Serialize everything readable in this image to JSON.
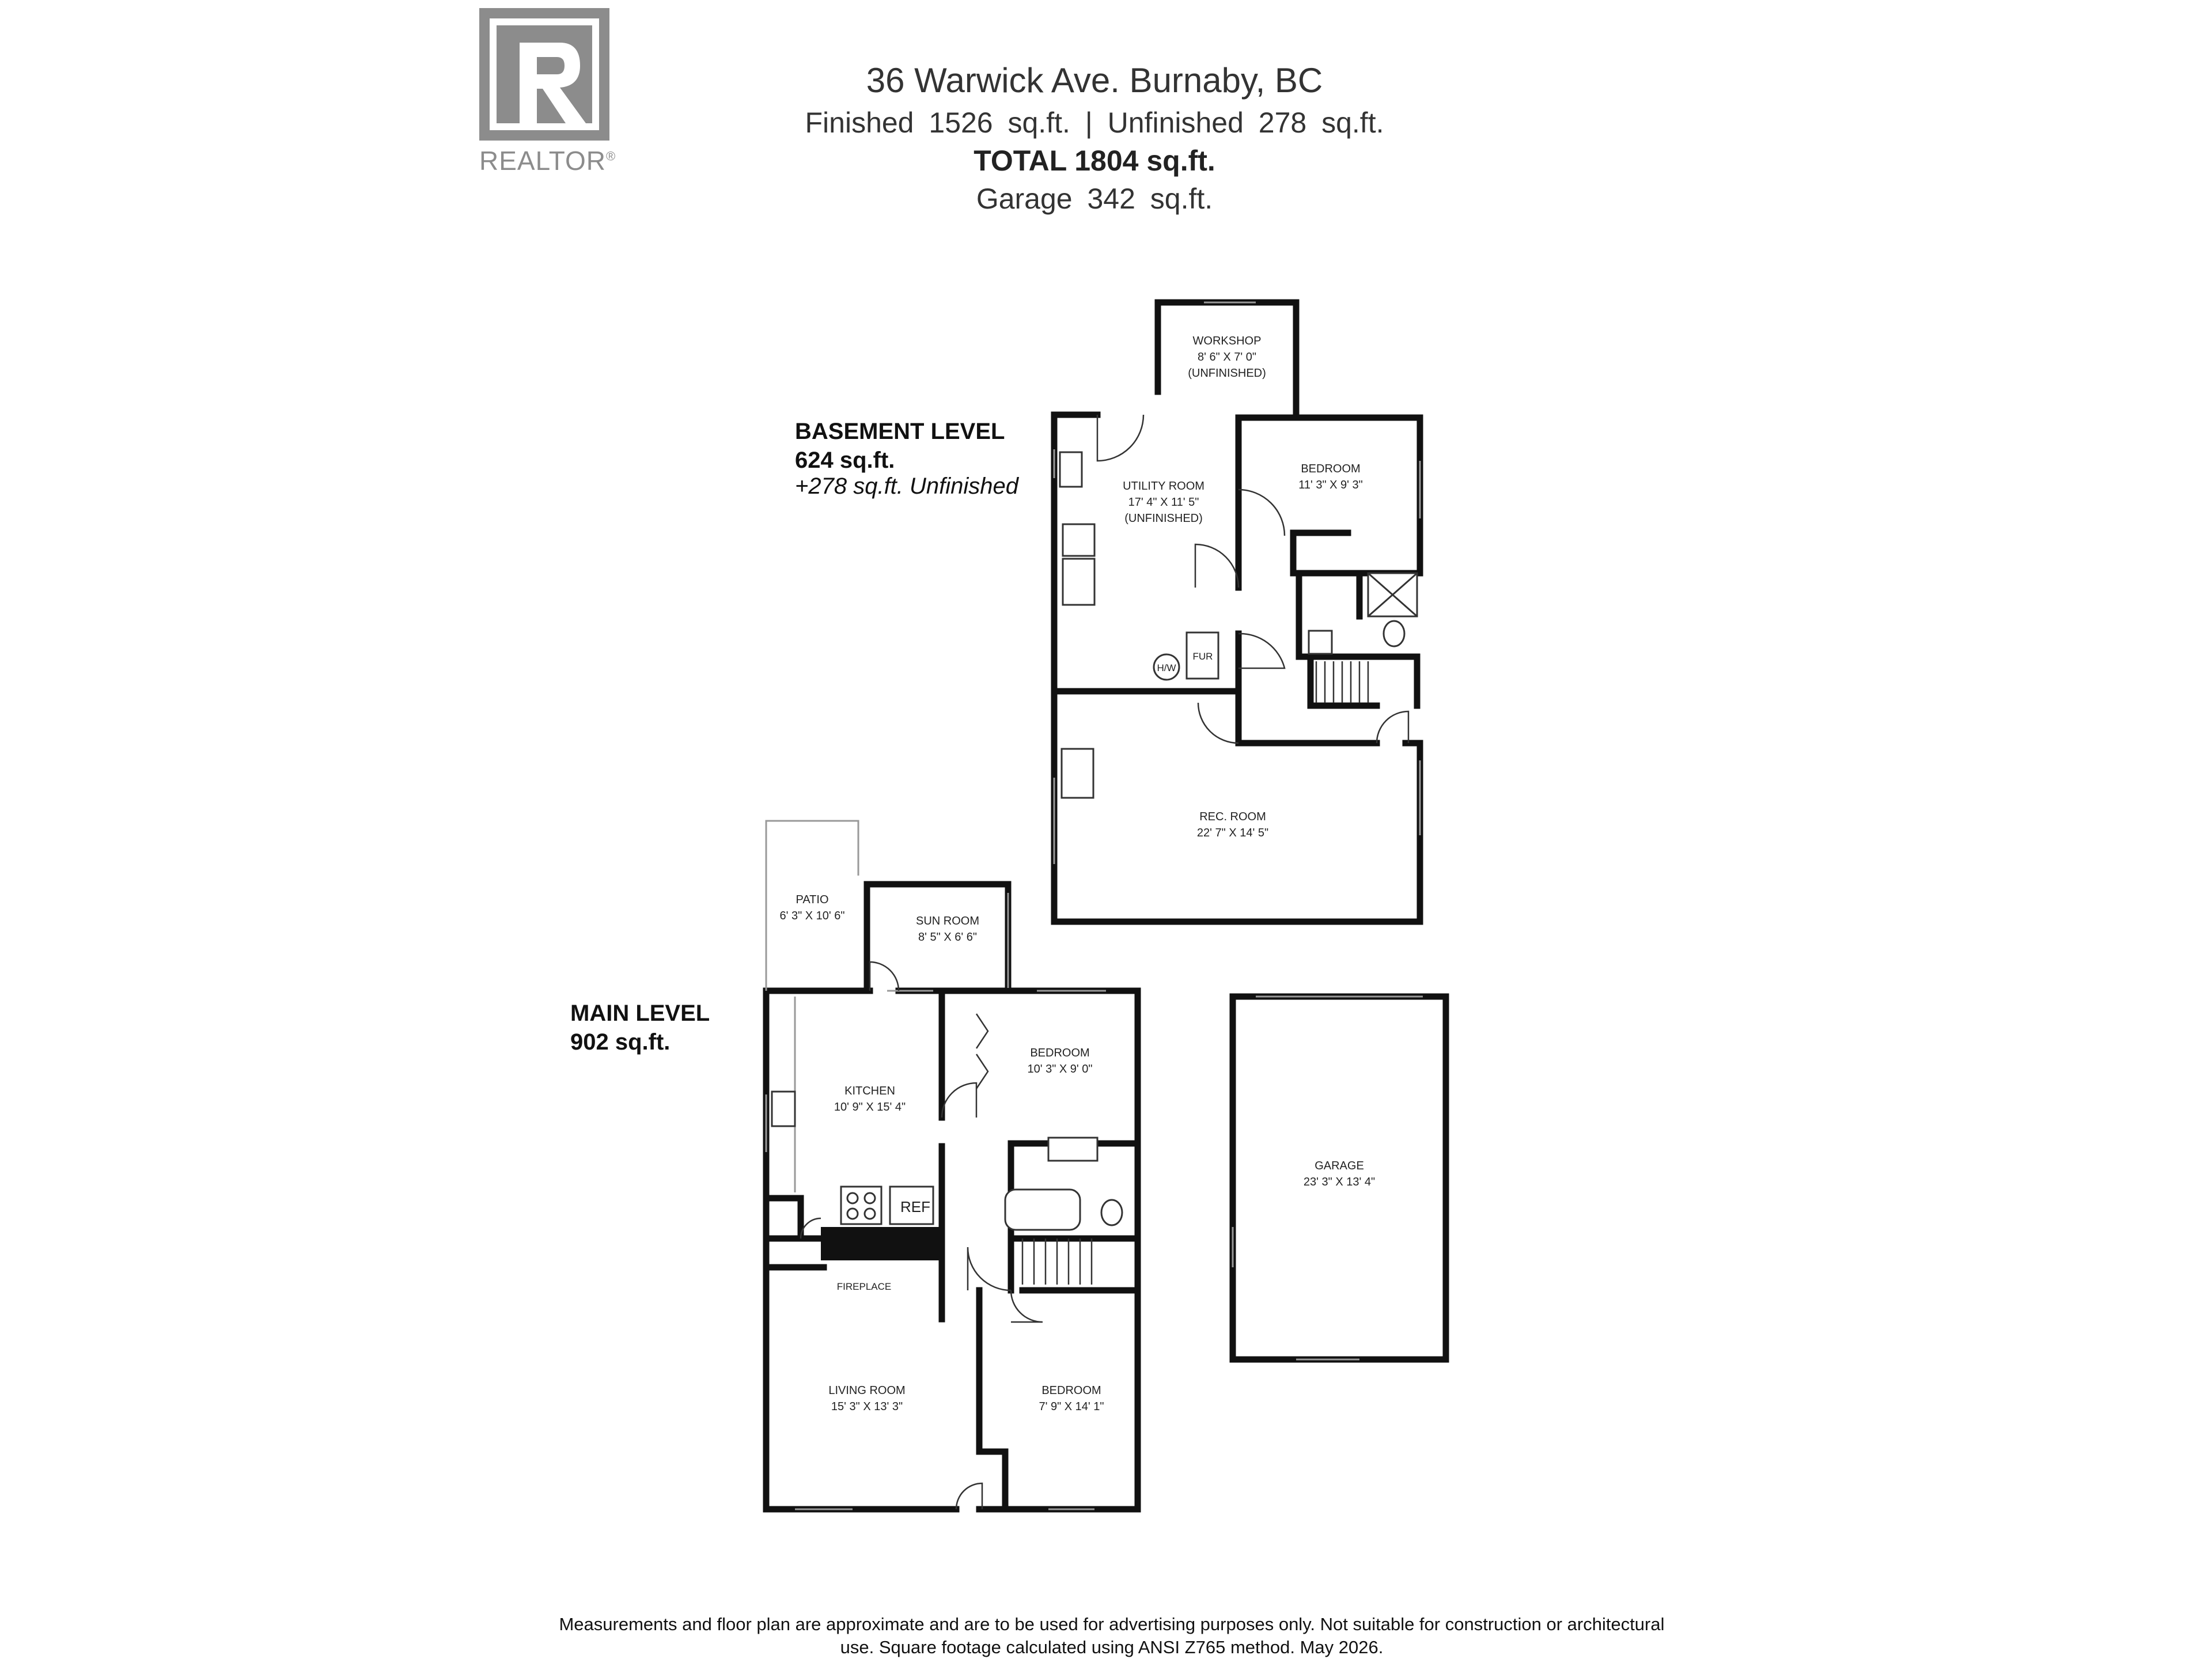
{
  "logo": {
    "wordmark": "REALTOR",
    "mark": "®",
    "brand_color": "#8c8c8c"
  },
  "header": {
    "address": "36 Warwick Ave. Burnaby, BC",
    "finished": "Finished   1526 sq.ft.  |  Unfinished   278 sq.ft.",
    "total": "TOTAL  1804 sq.ft.",
    "garage": "Garage   342 sq.ft."
  },
  "basement": {
    "title": "BASEMENT LEVEL",
    "area": "624 sq.ft.",
    "unfinished": "+278 sq.ft. Unfinished",
    "rooms": {
      "workshop": {
        "name": "WORKSHOP",
        "dims": "8' 6\" X 7' 0\"",
        "note": "(UNFINISHED)"
      },
      "utility": {
        "name": "UTILITY ROOM",
        "dims": "17' 4\" X 11' 5\"",
        "note": "(UNFINISHED)"
      },
      "bedroom": {
        "name": "BEDROOM",
        "dims": "11' 3\" X 9' 3\""
      },
      "rec": {
        "name": "REC. ROOM",
        "dims": "22' 7\" X 14' 5\""
      },
      "hw": "H/W",
      "fur": "FUR"
    }
  },
  "main": {
    "title": "MAIN LEVEL",
    "area": "902 sq.ft.",
    "rooms": {
      "patio": {
        "name": "PATIO",
        "dims": "6' 3\" X 10' 6\""
      },
      "sunroom": {
        "name": "SUN ROOM",
        "dims": "8' 5\" X 6' 6\""
      },
      "kitchen": {
        "name": "KITCHEN",
        "dims": "10' 9\" X 15' 4\""
      },
      "bedroom1": {
        "name": "BEDROOM",
        "dims": "10' 3\" X 9' 0\""
      },
      "living": {
        "name": "LIVING ROOM",
        "dims": "15' 3\" X 13' 3\""
      },
      "bedroom2": {
        "name": "BEDROOM",
        "dims": "7' 9\" X 14' 1\""
      },
      "fireplace": "FIREPLACE",
      "ref": "REF"
    }
  },
  "garage": {
    "name": "GARAGE",
    "dims": "23' 3\" X 13' 4\""
  },
  "footer": {
    "line1": "Measurements and floor plan are approximate and are to be used for advertising purposes only. Not suitable for construction or architectural",
    "line2": "use. Square footage calculated using ANSI Z765 method. May 2026."
  }
}
